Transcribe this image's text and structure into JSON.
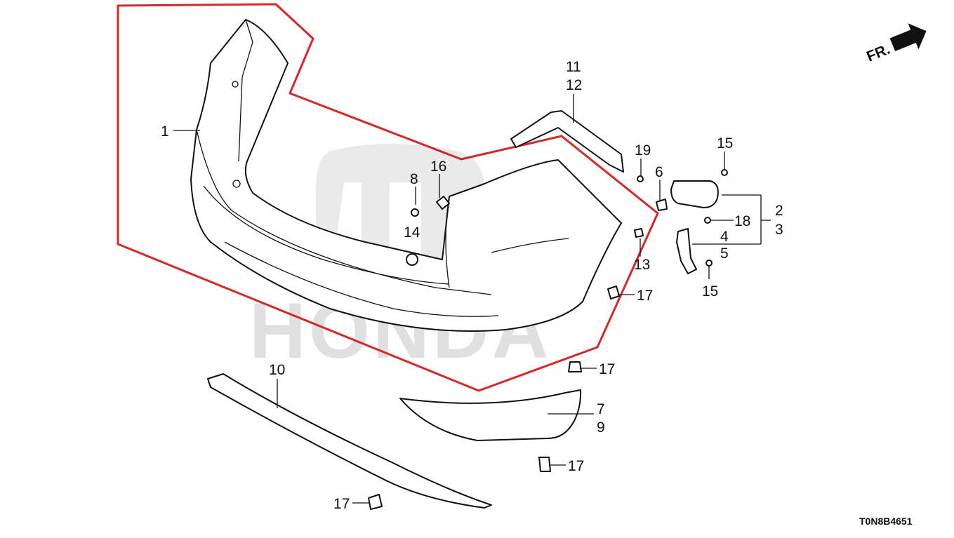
{
  "watermark": {
    "brand": "HONDA"
  },
  "orientation": {
    "label": "FR."
  },
  "figure_code": "T0N8B4651",
  "highlight_color": "#d62828",
  "labels": {
    "p1": "1",
    "p2": "2",
    "p3": "3",
    "p4": "4",
    "p5": "5",
    "p6": "6",
    "p7": "7",
    "p8": "8",
    "p9": "9",
    "p10": "10",
    "p11": "11",
    "p12": "12",
    "p13": "13",
    "p14": "14",
    "p15a": "15",
    "p15b": "15",
    "p16": "16",
    "p17a": "17",
    "p17b": "17",
    "p17c": "17",
    "p17d": "17",
    "p18": "18",
    "p19": "19"
  }
}
